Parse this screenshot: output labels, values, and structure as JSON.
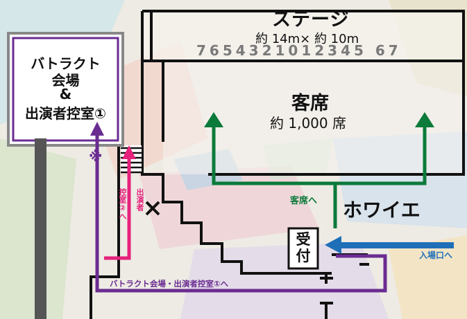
{
  "stage": {
    "title": "ステージ",
    "size": "約 14m× 約 10m",
    "scale": "7654321012345 67"
  },
  "seating": {
    "title": "客席",
    "capacity": "約 1,000 席"
  },
  "backstage_room": {
    "line1": "バトラクト",
    "line2": "会場",
    "line3": "&",
    "line4": "出演者控室①"
  },
  "foyer": {
    "label": "ホワイエ"
  },
  "reception": {
    "label": "受付"
  },
  "route_labels": {
    "to_seats": "客席へ",
    "entrance": "入場口へ",
    "performer_room_2_col1": "出演者",
    "performer_room_2_col2": "控室②へ",
    "battle_route": "バトラクト会場・出演者控室①へ",
    "note_mark": "※"
  },
  "colors": {
    "green_route": "#0b7a3a",
    "pink_route": "#e5217b",
    "purple_route": "#6a2c91",
    "blue_route": "#1e6fb8",
    "wall": "#111111"
  },
  "icons": [
    "cross-mark-icon",
    "arrow-up-icon",
    "arrow-left-icon"
  ]
}
